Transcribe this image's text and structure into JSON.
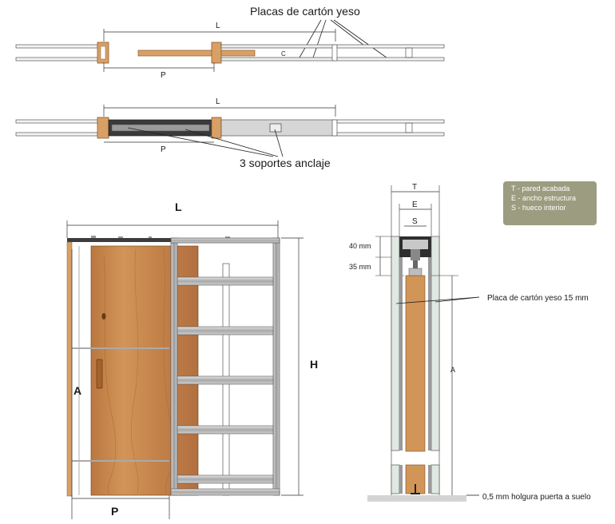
{
  "top_plan": {
    "title": "Placas de cartón yeso",
    "label_L": "L",
    "label_P": "P",
    "label_C": "C"
  },
  "mid_plan": {
    "label_L": "L",
    "label_P": "P",
    "supports_label": "3 soportes anclaje"
  },
  "elevation": {
    "label_L": "L",
    "label_H": "H",
    "label_A": "A",
    "label_P": "P"
  },
  "section": {
    "label_T": "T",
    "label_E": "E",
    "label_S": "S",
    "label_A": "A",
    "dim_40": "40 mm",
    "dim_35": "35 mm",
    "plasterboard_label": "Placa de cartón yeso 15 mm",
    "floor_gap_label": "0,5 mm holgura puerta a suelo"
  },
  "legend": [
    "T - pared acabada",
    "E - ancho estructura",
    "S - hueco interior"
  ],
  "colors": {
    "wood": "#d9a066",
    "door_wood": "#c98c52",
    "metal": "#c8c8c8",
    "frame_dark": "#555555",
    "legend_bg": "#9c9c80"
  }
}
